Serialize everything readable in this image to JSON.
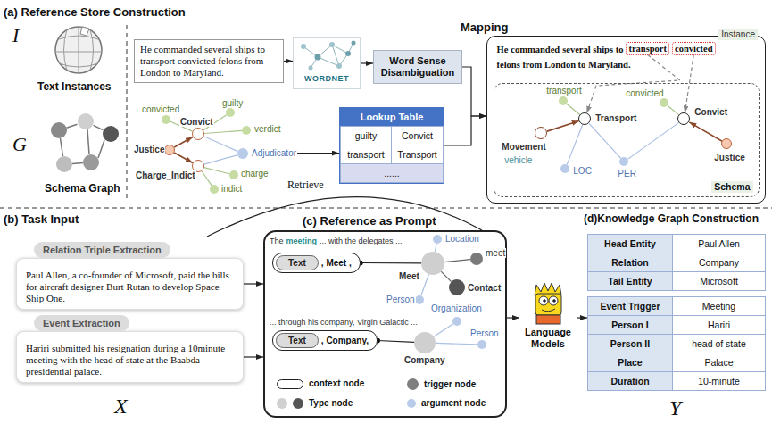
{
  "diagram": {
    "nodes": [
      {
        "text": [
          "He commanded several ships to transport convicted felons from London to Maryland."
        ]
      },
      {
        "text": [
          "WORDNET"
        ]
      },
      {
        "text": [
          "Word Sense Disambiguation"
        ]
      },
      {
        "text": [
          "Justice"
        ]
      },
      {
        "text": [
          "convicted"
        ]
      },
      {
        "text": [
          "Convict"
        ]
      },
      {
        "text": [
          "guilty"
        ]
      },
      {
        "text": [
          "verdict"
        ]
      },
      {
        "text": [
          "Adjudicator"
        ]
      },
      {
        "text": [
          "Charge_Indict"
        ]
      },
      {
        "text": [
          "charge"
        ]
      },
      {
        "text": [
          "indict"
        ]
      },
      {
        "text": [
          "Lookup Table"
        ]
      },
      {
        "text": [
          "Mapping",
          "Instance"
        ]
      },
      {
        "text": [
          "transport"
        ],
        "in": 13
      },
      {
        "text": [
          "convicted"
        ],
        "in": 13
      },
      {
        "text": [
          "Schema"
        ],
        "in": 13
      },
      {
        "text": [
          "transport"
        ],
        "in": 16
      },
      {
        "text": [
          "Transport"
        ],
        "in": 16
      },
      {
        "text": [
          "Movement"
        ],
        "in": 16
      },
      {
        "text": [
          "LOC"
        ],
        "in": 16
      },
      {
        "text": [
          "PER"
        ],
        "in": 16
      },
      {
        "text": [
          "convicted"
        ],
        "in": 16
      },
      {
        "text": [
          "Convict"
        ],
        "in": 16
      },
      {
        "text": [
          "Justice"
        ],
        "in": 16
      },
      {
        "text": [
          "Relation Triple Extraction"
        ]
      },
      {
        "text": [
          "Paul Allen, a co-founder of Microsoft, paid the bills for aircraft designer Burt Rutan to develop Space Ship One."
        ]
      },
      {
        "text": [
          "Event Extraction"
        ]
      },
      {
        "text": [
          "Hariri submitted his resignation during a 10minute meeting with the head of state at the Baabda presidential palace."
        ]
      },
      {
        "text": [
          "(c) Reference as Prompt"
        ]
      },
      {
        "text": [
          ", Meet ,"
        ],
        "in": 29
      },
      {
        "text": [
          "Text"
        ],
        "in": 30
      },
      {
        "text": [
          "Meet"
        ],
        "in": 29
      },
      {
        "text": [
          "Location"
        ],
        "in": 29
      },
      {
        "text": [
          "meet"
        ],
        "in": 29
      },
      {
        "text": [
          "Contact"
        ],
        "in": 29
      },
      {
        "text": [
          "Person"
        ],
        "in": 29
      },
      {
        "text": [
          ", Company,"
        ],
        "in": 29
      },
      {
        "text": [
          "Text"
        ],
        "in": 37
      },
      {
        "text": [
          "Company"
        ],
        "in": 29
      },
      {
        "text": [
          "Organization"
        ],
        "in": 29
      },
      {
        "text": [
          "Person"
        ],
        "in": 29
      },
      {
        "text": [
          "Language Models"
        ]
      },
      {
        "text": [
          "(d)Knowledge Graph Construction"
        ]
      }
    ],
    "edges": [
      {
        "from": 0,
        "to": 1,
        "arrow": "to"
      },
      {
        "from": 1,
        "to": 2,
        "arrow": "to"
      },
      {
        "from": 2,
        "to": 13,
        "arrow": "to"
      },
      {
        "from": 12,
        "to": 13,
        "arrow": "to"
      },
      {
        "from": 3,
        "to": 5,
        "arrow": "to"
      },
      {
        "from": 3,
        "to": 9,
        "arrow": "to"
      },
      {
        "from": 4,
        "to": 5,
        "arrow": "none"
      },
      {
        "from": 6,
        "to": 5,
        "arrow": "none"
      },
      {
        "from": 7,
        "to": 5,
        "arrow": "none"
      },
      {
        "from": 5,
        "to": 8,
        "arrow": "none"
      },
      {
        "from": 9,
        "to": 8,
        "arrow": "none"
      },
      {
        "from": 9,
        "to": 10,
        "arrow": "none"
      },
      {
        "from": 9,
        "to": 11,
        "arrow": "none"
      },
      {
        "from": 8,
        "to": 12,
        "arrow": "to"
      },
      {
        "from": 14,
        "to": 18,
        "arrow": "to"
      },
      {
        "from": 15,
        "to": 23,
        "arrow": "to"
      },
      {
        "from": 17,
        "to": 18,
        "arrow": "none"
      },
      {
        "from": 19,
        "to": 18,
        "arrow": "to"
      },
      {
        "from": 18,
        "to": 20,
        "arrow": "none"
      },
      {
        "from": 18,
        "to": 21,
        "arrow": "none"
      },
      {
        "from": 21,
        "to": 23,
        "arrow": "none"
      },
      {
        "from": 22,
        "to": 23,
        "arrow": "none"
      },
      {
        "from": 24,
        "to": 23,
        "arrow": "to"
      },
      {
        "from": 26,
        "to": 29,
        "arrow": "to"
      },
      {
        "from": 28,
        "to": 29,
        "arrow": "to"
      },
      {
        "from": 30,
        "to": 32,
        "arrow": "none"
      },
      {
        "from": 32,
        "to": 33,
        "arrow": "none"
      },
      {
        "from": 32,
        "to": 34,
        "arrow": "none"
      },
      {
        "from": 32,
        "to": 35,
        "arrow": "none"
      },
      {
        "from": 32,
        "to": 36,
        "arrow": "none"
      },
      {
        "from": 37,
        "to": 39,
        "arrow": "none"
      },
      {
        "from": 39,
        "to": 40,
        "arrow": "none"
      },
      {
        "from": 39,
        "to": 41,
        "arrow": "none"
      },
      {
        "from": 29,
        "to": 42,
        "arrow": "to"
      },
      {
        "from": 42,
        "to": 43,
        "arrow": "to"
      }
    ],
    "labels": [
      "(a) Reference Store Construction",
      "I",
      "Text Instances",
      "G",
      "Schema Graph",
      "He",
      "commanded",
      "several ships to",
      "felons from London to Maryland.",
      "vehicle",
      "guilty",
      "Convict",
      "transport",
      "Transport",
      "......",
      "(b) Task Input",
      "X",
      "Retrieve",
      "The",
      "meeting",
      "... with the delegates ...",
      "... through his company, Virgin Galactic ...",
      "Head Entity",
      "Paul Allen",
      "Relation",
      "Company",
      "Tail Entity",
      "Microsoft",
      "Event Trigger",
      "Meeting",
      "Person I",
      "Hariri",
      "Person II",
      "head of state",
      "Place",
      "Palace",
      "Duration",
      "10-minute",
      "Y"
    ],
    "legend": [
      {
        "text": "context node"
      },
      {
        "text": "trigger node",
        "color": "#7f7f7f"
      },
      {
        "text": "Type node"
      },
      {
        "text": "argument node",
        "color": "#b8cbe9"
      }
    ]
  }
}
